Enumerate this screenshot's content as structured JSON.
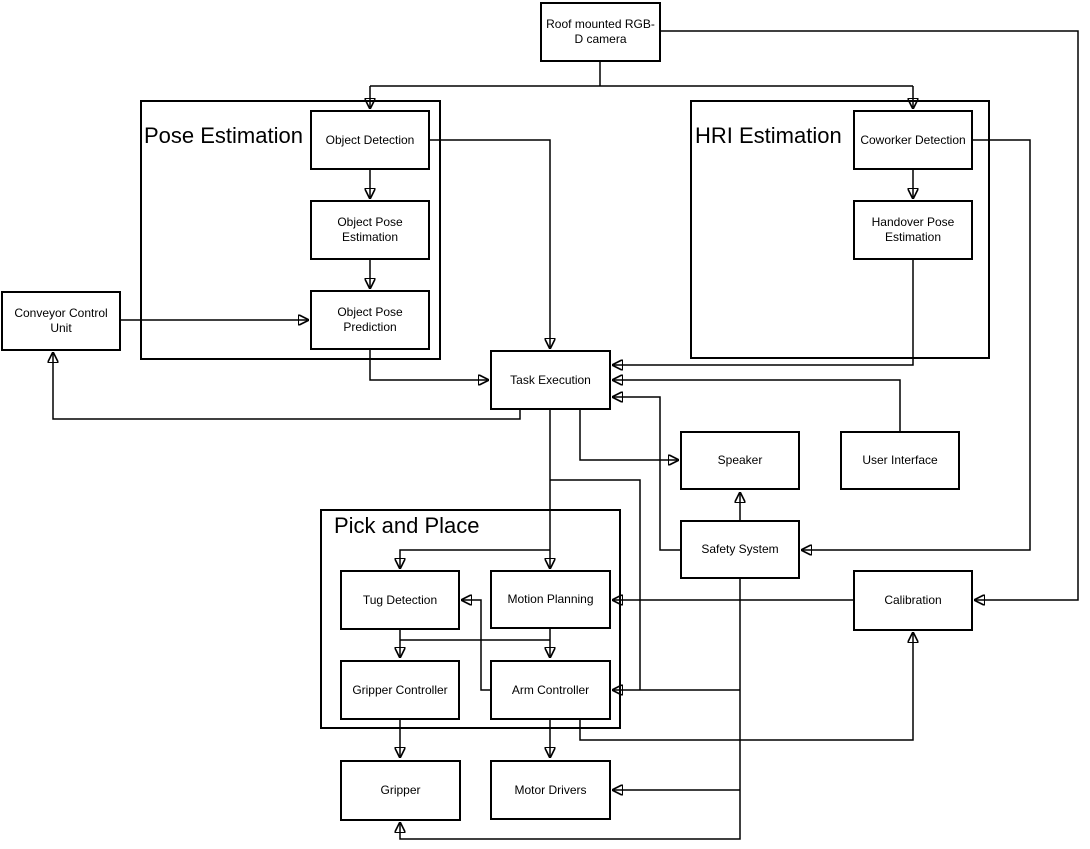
{
  "diagram": {
    "colors": {
      "stroke": "#000000",
      "fill": "#ffffff",
      "text": "#000000"
    },
    "groups": {
      "pose_estimation": {
        "label": "Pose Estimation"
      },
      "hri_estimation": {
        "label": "HRI Estimation"
      },
      "pick_and_place": {
        "label": "Pick and Place"
      }
    },
    "nodes": {
      "camera": {
        "label": "Roof mounted RGB-D camera"
      },
      "object_detection": {
        "label": "Object Detection"
      },
      "object_pose_estimation": {
        "label": "Object Pose Estimation"
      },
      "object_pose_prediction": {
        "label": "Object Pose Prediction"
      },
      "conveyor_control_unit": {
        "label": "Conveyor Control Unit"
      },
      "coworker_detection": {
        "label": "Coworker Detection"
      },
      "handover_pose_estimation": {
        "label": "Handover Pose Estimation"
      },
      "task_execution": {
        "label": "Task Execution"
      },
      "speaker": {
        "label": "Speaker"
      },
      "user_interface": {
        "label": "User Interface"
      },
      "safety_system": {
        "label": "Safety System"
      },
      "calibration": {
        "label": "Calibration"
      },
      "tug_detection": {
        "label": "Tug Detection"
      },
      "motion_planning": {
        "label": "Motion Planning"
      },
      "gripper_controller": {
        "label": "Gripper Controller"
      },
      "arm_controller": {
        "label": "Arm Controller"
      },
      "gripper": {
        "label": "Gripper"
      },
      "motor_drivers": {
        "label": "Motor Drivers"
      }
    },
    "edges": [
      {
        "from": "camera",
        "to": "object_detection"
      },
      {
        "from": "camera",
        "to": "coworker_detection"
      },
      {
        "from": "camera",
        "to": "calibration"
      },
      {
        "from": "object_detection",
        "to": "object_pose_estimation"
      },
      {
        "from": "object_detection",
        "to": "task_execution"
      },
      {
        "from": "object_pose_estimation",
        "to": "object_pose_prediction"
      },
      {
        "from": "conveyor_control_unit",
        "to": "object_pose_prediction"
      },
      {
        "from": "object_pose_prediction",
        "to": "task_execution"
      },
      {
        "from": "coworker_detection",
        "to": "handover_pose_estimation"
      },
      {
        "from": "coworker_detection",
        "to": "safety_system"
      },
      {
        "from": "handover_pose_estimation",
        "to": "task_execution"
      },
      {
        "from": "user_interface",
        "to": "task_execution"
      },
      {
        "from": "safety_system",
        "to": "task_execution"
      },
      {
        "from": "safety_system",
        "to": "speaker"
      },
      {
        "from": "safety_system",
        "to": "arm_controller"
      },
      {
        "from": "safety_system",
        "to": "motor_drivers"
      },
      {
        "from": "safety_system",
        "to": "gripper"
      },
      {
        "from": "task_execution",
        "to": "conveyor_control_unit"
      },
      {
        "from": "task_execution",
        "to": "speaker"
      },
      {
        "from": "task_execution",
        "to": "motion_planning"
      },
      {
        "from": "task_execution",
        "to": "tug_detection"
      },
      {
        "from": "task_execution",
        "to": "arm_controller"
      },
      {
        "from": "calibration",
        "to": "motion_planning"
      },
      {
        "from": "arm_controller",
        "to": "calibration"
      },
      {
        "from": "arm_controller",
        "to": "tug_detection"
      },
      {
        "from": "tug_detection",
        "to": "gripper_controller"
      },
      {
        "from": "motion_planning",
        "to": "arm_controller"
      },
      {
        "from": "gripper_controller",
        "to": "gripper"
      },
      {
        "from": "arm_controller",
        "to": "motor_drivers"
      }
    ]
  }
}
